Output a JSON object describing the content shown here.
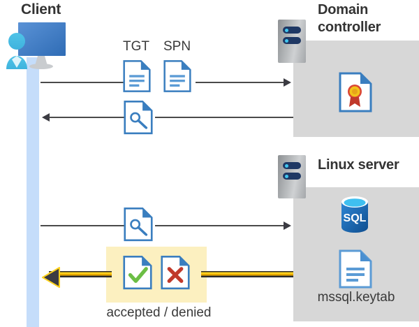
{
  "diagram": {
    "type": "sequence-flow",
    "title_client": "Client",
    "title_domain_controller": "Domain controller",
    "title_linux_server": "Linux server",
    "colors": {
      "lifeline": "#c5ddfa",
      "panel": "#d7d7d7",
      "highlight": "#fcf0c0",
      "arrow_dark": "#4a4a4a",
      "arrow_yellow": "#ffd21e",
      "doc_blue": "#3a7ebf",
      "accept_green": "#6cbe45",
      "deny_red": "#c0392b",
      "sql_blue": "#1b68b3",
      "heading": "#333333"
    }
  },
  "labels": {
    "tgt": "TGT",
    "spn": "SPN",
    "result_caption": "accepted / denied",
    "keytab": "mssql.keytab",
    "sql_text": "SQL"
  },
  "icons": {
    "client": "user-monitor-icon",
    "server_rack": "server-rack-icon",
    "certificate": "certificate-document-icon",
    "key_document": "key-document-icon",
    "text_document": "text-document-icon",
    "sql_database": "sql-database-icon",
    "accepted": "document-check-icon",
    "denied": "document-cross-icon"
  },
  "flows": [
    {
      "name": "request-tgt-spn",
      "direction": "right",
      "from": "Client",
      "to": "Domain controller",
      "payload": [
        "TGT",
        "SPN"
      ]
    },
    {
      "name": "issue-ticket",
      "direction": "left",
      "from": "Domain controller",
      "to": "Client",
      "payload": [
        "key-document"
      ]
    },
    {
      "name": "present-ticket",
      "direction": "right",
      "from": "Client",
      "to": "Linux server",
      "payload": [
        "key-document"
      ]
    },
    {
      "name": "auth-result",
      "direction": "left",
      "from": "Linux server",
      "to": "Client",
      "payload": [
        "accepted",
        "denied"
      ],
      "style": "yellow"
    }
  ]
}
